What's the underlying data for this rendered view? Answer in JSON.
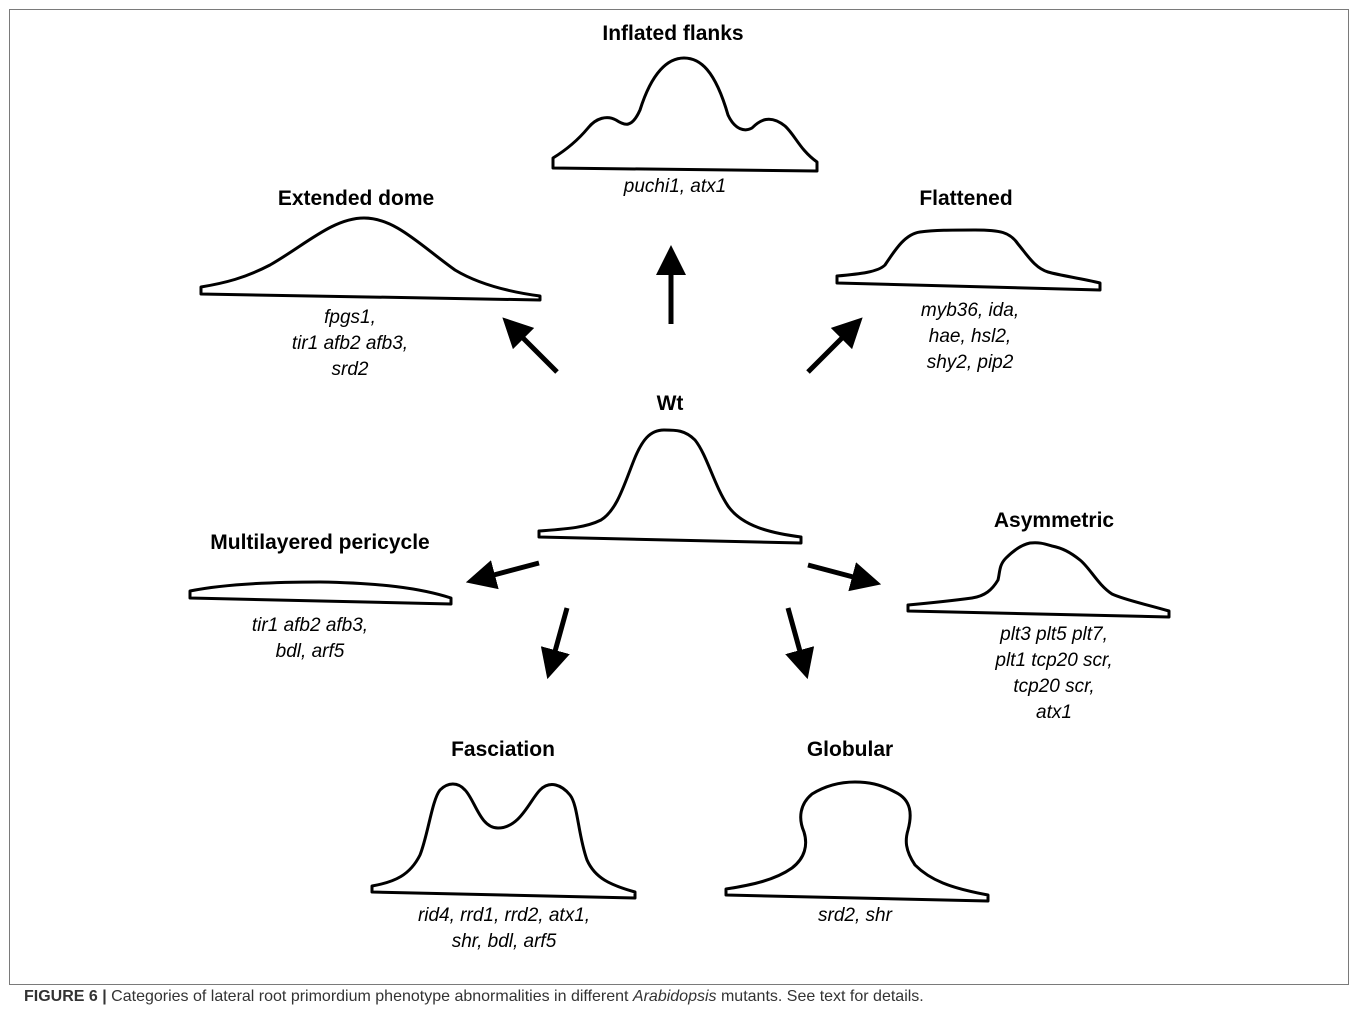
{
  "figure": {
    "categories": {
      "inflated_flanks": {
        "label": "Inflated flanks",
        "genes": [
          "puchi1, atx1"
        ]
      },
      "extended_dome": {
        "label": "Extended dome",
        "genes": [
          "fpgs1,",
          "tir1 afb2 afb3,",
          "srd2"
        ]
      },
      "flattened": {
        "label": "Flattened",
        "genes": [
          "myb36, ida,",
          "hae, hsl2,",
          "shy2, pip2"
        ]
      },
      "wt": {
        "label": "Wt"
      },
      "multilayered_pericycle": {
        "label": "Multilayered pericycle",
        "genes": [
          "tir1 afb2 afb3,",
          "bdl, arf5"
        ]
      },
      "asymmetric": {
        "label": "Asymmetric",
        "genes": [
          "plt3 plt5 plt7,",
          "plt1 tcp20 scr,",
          "tcp20 scr,",
          "atx1"
        ]
      },
      "fasciation": {
        "label": "Fasciation",
        "genes": [
          "rid4, rrd1, rrd2, atx1,",
          "shr, bdl, arf5"
        ]
      },
      "globular": {
        "label": "Globular",
        "genes": [
          "srd2, shr"
        ]
      }
    }
  },
  "caption": {
    "figure_label": "FIGURE 6 |",
    "text_before": " Categories of lateral root primordium phenotype abnormalities in different ",
    "italic": "Arabidopsis",
    "text_after": " mutants. See text for details."
  }
}
